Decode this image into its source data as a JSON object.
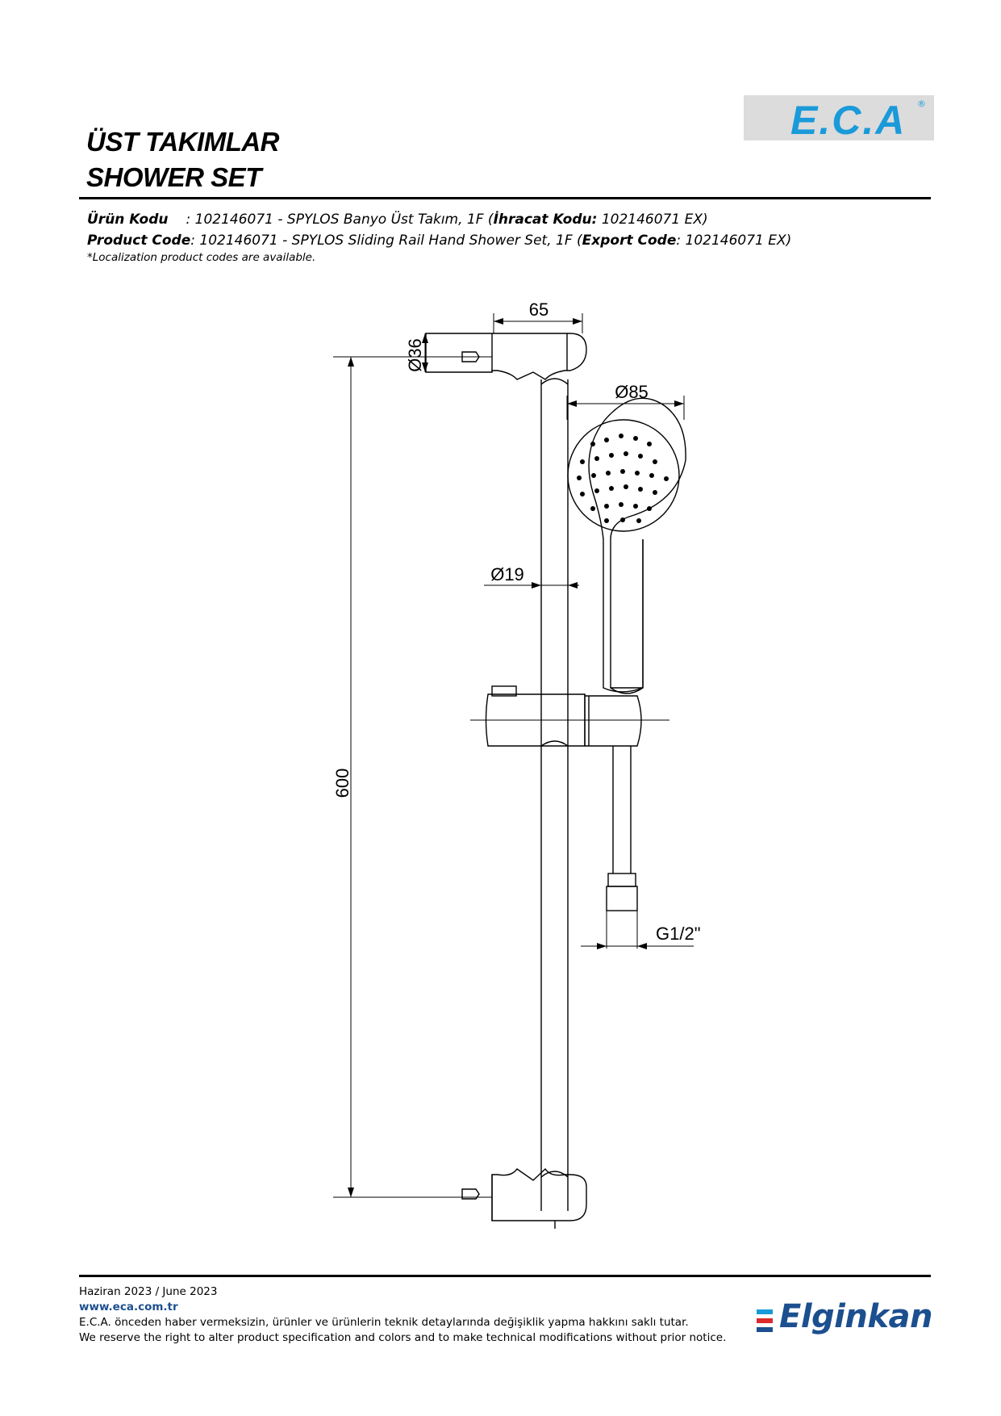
{
  "header": {
    "title_tr": "ÜST TAKIMLAR",
    "title_en": "SHOWER SET",
    "logo_text": "E.C.A",
    "logo_reg": "®"
  },
  "product": {
    "tr_label": "Ürün Kodu",
    "tr_text": ": 102146071 - SPYLOS Banyo Üst Takım, 1F (",
    "tr_export_label": "İhracat Kodu:",
    "tr_export_value": " 102146071 EX)",
    "en_label": "Product Code",
    "en_text": ": 102146071 - SPYLOS Sliding Rail Hand Shower Set, 1F (",
    "en_export_label": "Export Code",
    "en_export_value": ": 102146071 EX)",
    "note": "*Localization product codes are available."
  },
  "drawing": {
    "dim_width": "65",
    "dim_bracket_diameter": "Ø36",
    "dim_head_diameter": "Ø85",
    "dim_rail_diameter": "Ø19",
    "dim_height": "600",
    "dim_thread": "G1/2\""
  },
  "footer": {
    "date": "Haziran 2023 / June 2023",
    "website": "www.eca.com.tr",
    "disclaimer_tr": "E.C.A. önceden haber vermeksizin, ürünler ve ürünlerin teknik detaylarında değişiklik yapma hakkını saklı tutar.",
    "disclaimer_en": "We reserve the right to alter product specification and colors and to make technical modifications without prior notice.",
    "brand": "Elginkan",
    "brand_colors": [
      "#1a9ad9",
      "#d92b2b",
      "#1c4f8f"
    ]
  }
}
